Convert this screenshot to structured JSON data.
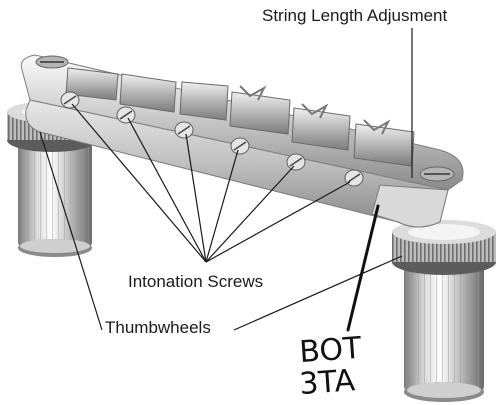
{
  "labels": {
    "string_length": "String Length Adjusment",
    "intonation": "Intonation Screws",
    "thumbwheels": "Thumbwheels"
  },
  "handwritten": {
    "line1": "BOT",
    "line2": "3TA"
  },
  "colors": {
    "chrome_light": "#f4f4f4",
    "chrome_mid": "#c4c4c4",
    "chrome_dark": "#6e6e6e",
    "ink": "#1a1a1a"
  }
}
